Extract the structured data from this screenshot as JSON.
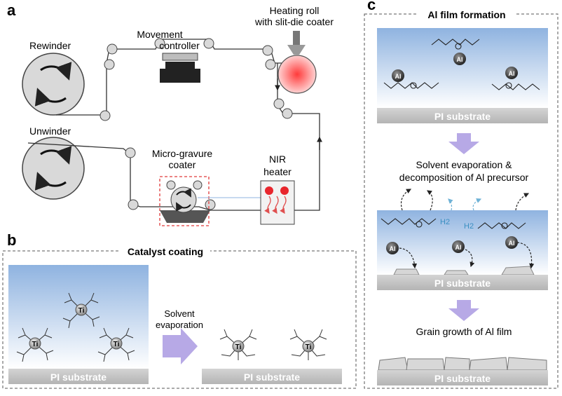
{
  "panel_a": {
    "letter": "a",
    "rewinder": "Rewinder",
    "unwinder": "Unwinder",
    "movement_controller": [
      "Movement",
      "controller"
    ],
    "heating_roll": [
      "Heating roll",
      "with slit-die coater"
    ],
    "micro_gravure": [
      "Micro-gravure",
      "coater"
    ],
    "nir_heater": [
      "NIR",
      "heater"
    ]
  },
  "panel_b": {
    "letter": "b",
    "title": "Catalyst coating",
    "step": [
      "Solvent",
      "evaporation"
    ],
    "substrate": "PI substrate",
    "atom": "Ti"
  },
  "panel_c": {
    "letter": "c",
    "title": "Al film formation",
    "substrate": "PI substrate",
    "atom": "Al",
    "step1": [
      "Solvent evaporation &",
      "decomposition of Al precursor"
    ],
    "gas": "H2",
    "step2": "Grain growth of Al film"
  },
  "colors": {
    "arrow": "#b7a9e6",
    "substrate": "#c8c8c8",
    "gradient_top": "#8fb3e0",
    "dashed_box": "#e03a3a"
  }
}
